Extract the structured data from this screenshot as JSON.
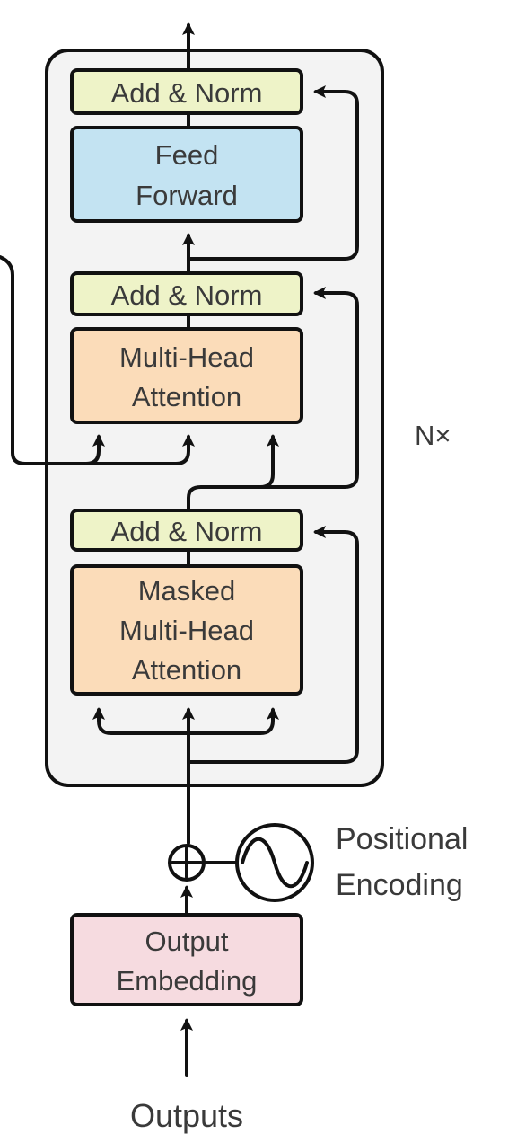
{
  "decoder_block": {
    "add_norm_top": "Add & Norm",
    "feed_forward": [
      "Feed",
      "Forward"
    ],
    "add_norm_mid": "Add & Norm",
    "multi_head_attention": [
      "Multi-Head",
      "Attention"
    ],
    "add_norm_bottom": "Add & Norm",
    "masked_attention": [
      "Masked",
      "Multi-Head",
      "Attention"
    ],
    "repeat_label": "N×"
  },
  "positional_encoding": [
    "Positional",
    "Encoding"
  ],
  "output_embedding": [
    "Output",
    "Embedding"
  ],
  "outputs_label": "Outputs",
  "colors": {
    "add_norm": "#eef3c8",
    "feed_forward": "#c3e3f2",
    "attention": "#fbdcb9",
    "embedding": "#f6dbe0",
    "block_bg": "#f3f3f3"
  }
}
